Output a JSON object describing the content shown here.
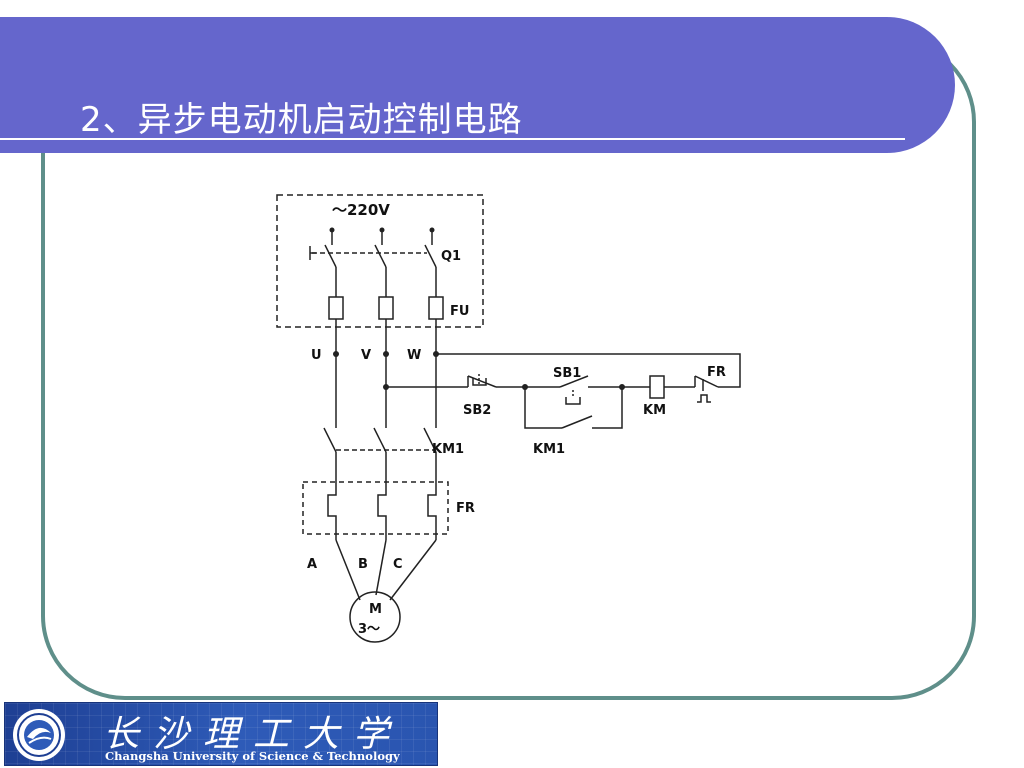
{
  "slide": {
    "title": "2、异步电动机启动控制电路",
    "colors": {
      "header": "#6566cc",
      "frame": "#5f8f8a",
      "logo_bg": "#2a55b0"
    }
  },
  "circuit": {
    "supply_label": "～220V",
    "breaker_label": "Q1",
    "fuse_label": "FU",
    "terminals": {
      "u": "U",
      "v": "V",
      "w": "W"
    },
    "control": {
      "start_button": "SB1",
      "stop_button": "SB2",
      "coil": "KM",
      "overload_contact": "FR",
      "aux_contact": "KM1"
    },
    "contactor_label": "KM1",
    "relay_label": "FR",
    "phases": {
      "a": "A",
      "b": "B",
      "c": "C"
    },
    "motor": {
      "line1": "M",
      "line2": "3～"
    }
  },
  "logo": {
    "chinese": "长沙理工大学",
    "english": "Changsha University of Science & Technology"
  }
}
